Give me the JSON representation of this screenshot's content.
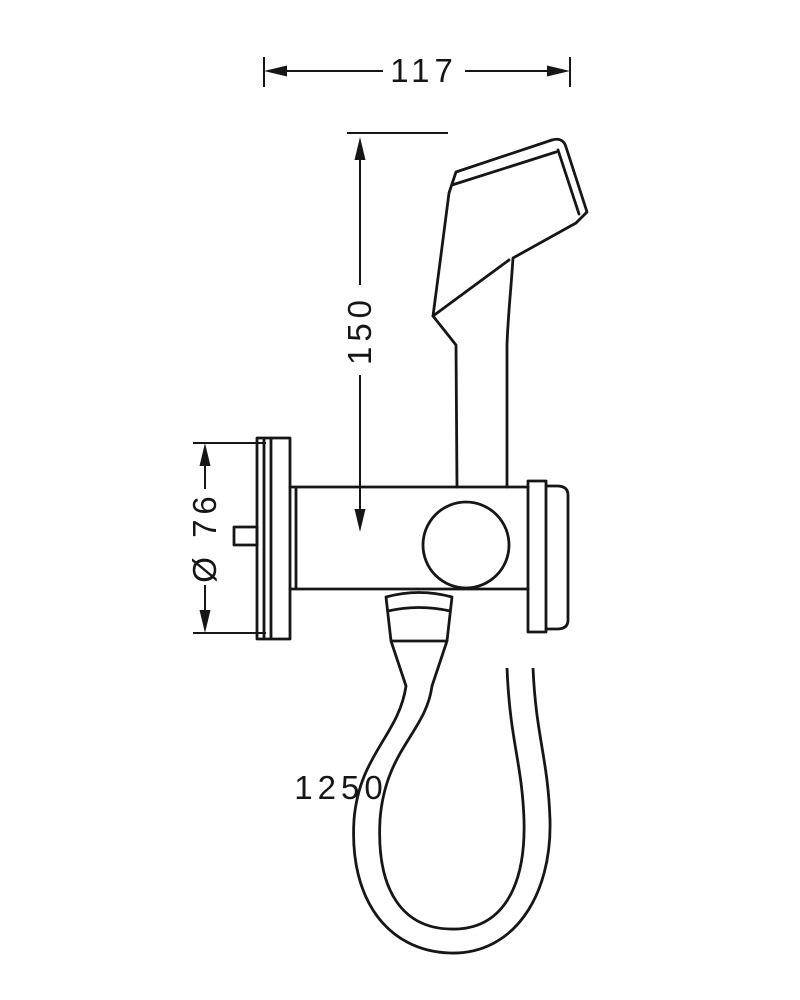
{
  "page": {
    "background": "#ffffff",
    "line_color": "#161616",
    "description": "Technical dimension drawing of a wall-mounted hand sprayer (bidet spray) with wall plate, holder and hose"
  },
  "labels": {
    "width_mm": "117",
    "height_mm": "150",
    "plate_diameter_mm": "Ø 76",
    "hose_length_mm": "1250"
  }
}
